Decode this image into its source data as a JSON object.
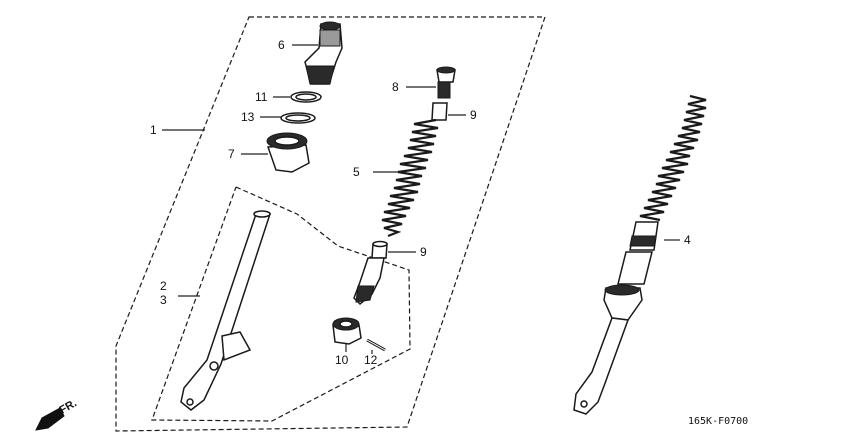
{
  "labels": {
    "l1": "1",
    "l2": "2",
    "l3": "3",
    "l4": "4",
    "l5": "5",
    "l6": "6",
    "l7": "7",
    "l8": "8",
    "l9a": "9",
    "l9b": "9",
    "l10": "10",
    "l11": "11",
    "l12": "12",
    "l13": "13"
  },
  "direction_label": "FR.",
  "drawing_code": "165K-F0700",
  "colors": {
    "ink": "#1a1a1a",
    "background": "#ffffff"
  }
}
